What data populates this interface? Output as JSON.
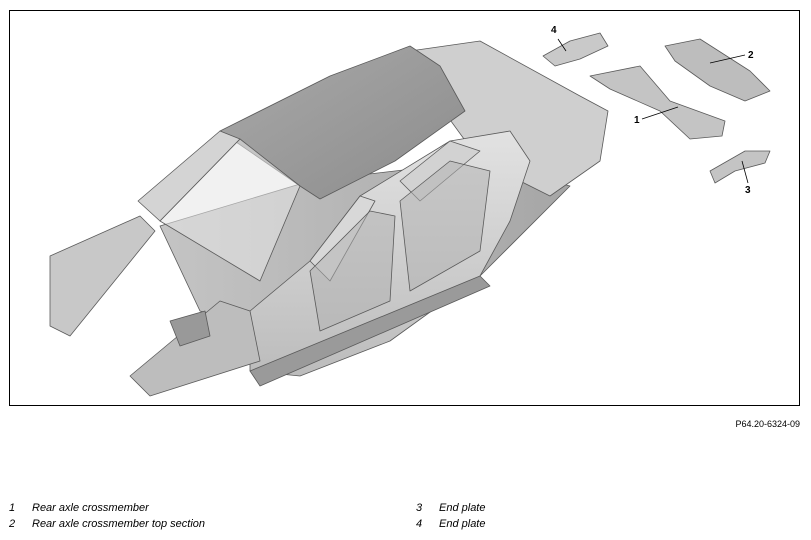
{
  "figure": {
    "reference": "P64.20-6324-09",
    "callouts": [
      "1",
      "2",
      "3",
      "4"
    ]
  },
  "legend": [
    {
      "num": "1",
      "text": "Rear axle crossmember"
    },
    {
      "num": "2",
      "text": "Rear axle crossmember top section"
    },
    {
      "num": "3",
      "text": "End plate"
    },
    {
      "num": "4",
      "text": "End plate"
    }
  ],
  "colors": {
    "body_light": "#d9d9d9",
    "body_mid": "#bdbdbd",
    "body_dark": "#8f8f8f",
    "outline": "#5a5a5a"
  }
}
